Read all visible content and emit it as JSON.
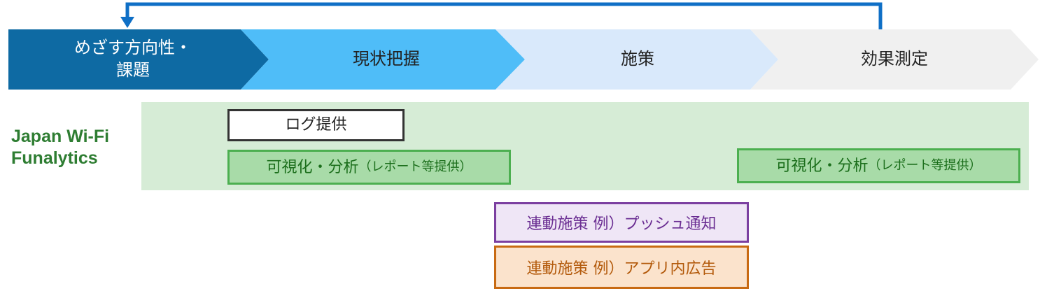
{
  "steps": [
    {
      "label_line1": "めざす方向性・",
      "label_line2": "課題",
      "color": "#0e6aa3"
    },
    {
      "label": "現状把握",
      "color": "#4fbdf8"
    },
    {
      "label": "施策",
      "color": "#d9e9fb"
    },
    {
      "label": "効果測定",
      "color": "#f0f0f0"
    }
  ],
  "side_title_line1": "Japan Wi-Fi",
  "side_title_line2": "Funalytics",
  "boxes": {
    "log": "ログ提供",
    "visualize_main": "可視化・分析",
    "visualize_sub": "（レポート等提供）",
    "push": "連動施策 例）プッシュ通知",
    "inapp_ad": "連動施策 例）アプリ内広告"
  },
  "colors": {
    "loop_arrow": "#0f6fc6",
    "green_band": "#d6ecd6",
    "side_title": "#2e7d32"
  },
  "icons": {
    "loop": "feedback-loop-arrow"
  }
}
